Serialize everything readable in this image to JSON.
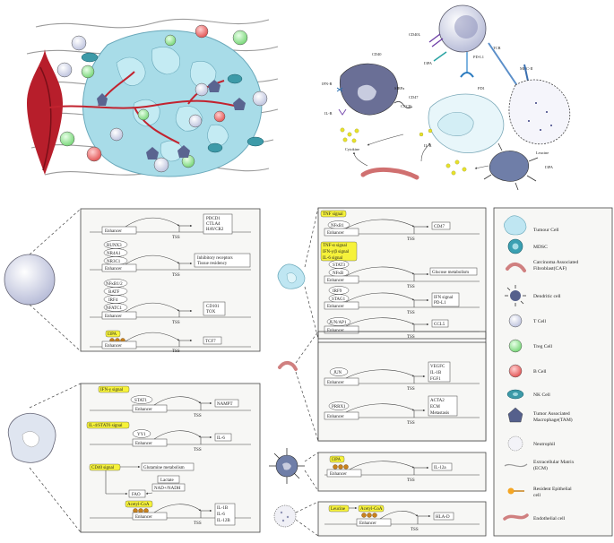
{
  "tme": {
    "labels": {
      "cd40l": "CD40L",
      "i3pa_top": "I3PA",
      "tcr": "TCR",
      "pd_l1": "PD-L1",
      "mhc_ii": "MHC-II",
      "pd1": "PD1",
      "leucine": "Leucine",
      "cd40": "CD40",
      "ifn_r": "IFN-R",
      "sirpa": "SIRPa",
      "cxcr": "CXCR",
      "cd47": "CD47",
      "il_r_left": "IL-R",
      "il_r_mid": "IL-R",
      "cytokine": "Cytokine",
      "i3pa_right": "I3PA"
    }
  },
  "common": {
    "enhancer": "Enhancer",
    "tss": "TSS"
  },
  "tcell_box": {
    "p1": {
      "targets": [
        "PDCD1",
        "CTLA4",
        "HAVCR2"
      ]
    },
    "p2": {
      "factors": [
        "RUNX3",
        "NR4A1",
        "NR3C1"
      ],
      "targets": [
        "Inhibitory receptors",
        "Tissue residency"
      ]
    },
    "p3": {
      "factors": [
        "NFκB1/2",
        "BATF",
        "IRF4",
        "NFATC1"
      ],
      "targets": [
        "CD101",
        "TOX"
      ]
    },
    "p4": {
      "signal": "I3PA",
      "targets": [
        "TCF7"
      ]
    }
  },
  "mac_box": {
    "p1": {
      "signal": "IFN-γ signal",
      "factor": "STAT1",
      "targets": [
        "NAMPT"
      ]
    },
    "p2": {
      "signal": "IL-4/STAT6 signal",
      "factor": "YY1",
      "targets": [
        "IL-6"
      ]
    },
    "p3": {
      "signal": "CD40 signal",
      "metab": "Glutamine metabolism",
      "lactate": "Lactate",
      "nad": "NAD+/NADH",
      "fao": "FAO"
    },
    "p4": {
      "signal": "Acetyl-CoA",
      "targets": [
        "IL-1B",
        "IL-6",
        "IL-12B"
      ]
    }
  },
  "tumor_box": {
    "p1": {
      "signal": "TNF signal",
      "factor": "NFκB1",
      "targets": [
        "CD47"
      ]
    },
    "p2": {
      "signals": [
        "TNF-α signal",
        "IFN-γ/β signal",
        "IL-6 signal"
      ],
      "factors": [
        "STAT3",
        "NFκB"
      ],
      "targets": [
        "Glucose metabolism"
      ]
    },
    "p3": {
      "factors": [
        "IRF9",
        "STAG1"
      ],
      "targets": [
        "IFN signal",
        "PD-L1"
      ]
    },
    "p4": {
      "factor": "JUN/AP1",
      "targets": [
        "CCL5"
      ]
    }
  },
  "caf_box": {
    "p1": {
      "factor": "JUN",
      "targets": [
        "VEGFC",
        "IL-1B",
        "FGF1"
      ]
    },
    "p2": {
      "factor": "PRRX1",
      "targets": [
        "ACTA2",
        "ECM",
        "Metastasis"
      ]
    }
  },
  "dc_box": {
    "p1": {
      "signal": "I3PA",
      "targets": [
        "IL-12a"
      ]
    }
  },
  "neut_box": {
    "p1": {
      "signals": [
        "Leucine",
        "Acetyl-CoA"
      ],
      "targets": [
        "HLA-D"
      ]
    }
  },
  "legend": {
    "items": [
      {
        "icon": "tumour-cell",
        "label": "Tumour Cell"
      },
      {
        "icon": "mdsc",
        "label": "MDSC"
      },
      {
        "icon": "caf",
        "label": "Carcinoma Associated Fibroblast(CAF)"
      },
      {
        "icon": "dendritic-cell",
        "label": "Dendritic cell"
      },
      {
        "icon": "t-cell",
        "label": "T Cell"
      },
      {
        "icon": "treg-cell",
        "label": "Treg Cell"
      },
      {
        "icon": "b-cell",
        "label": "B Cell"
      },
      {
        "icon": "nk-cell",
        "label": "NK Cell"
      },
      {
        "icon": "tam",
        "label": "Tumor Associated Macrophage(TAM)"
      },
      {
        "icon": "neutrophil",
        "label": "Neutrophil"
      },
      {
        "icon": "ecm",
        "label": "Extracellular Matrix (ECM)"
      },
      {
        "icon": "resident-epithelial-cell",
        "label": "Resident Epithelial cell"
      },
      {
        "icon": "endothelial-cell",
        "label": "Endothelial cell"
      }
    ],
    "colors": {
      "tcell": "#c9cde3",
      "treg": "#9be39b",
      "bcell": "#ef6e6e",
      "nk": "#3d9aa8",
      "tumour": "#9fd8e6",
      "mdsc": "#3aa0b2",
      "vessel": "#b71e2b"
    }
  }
}
